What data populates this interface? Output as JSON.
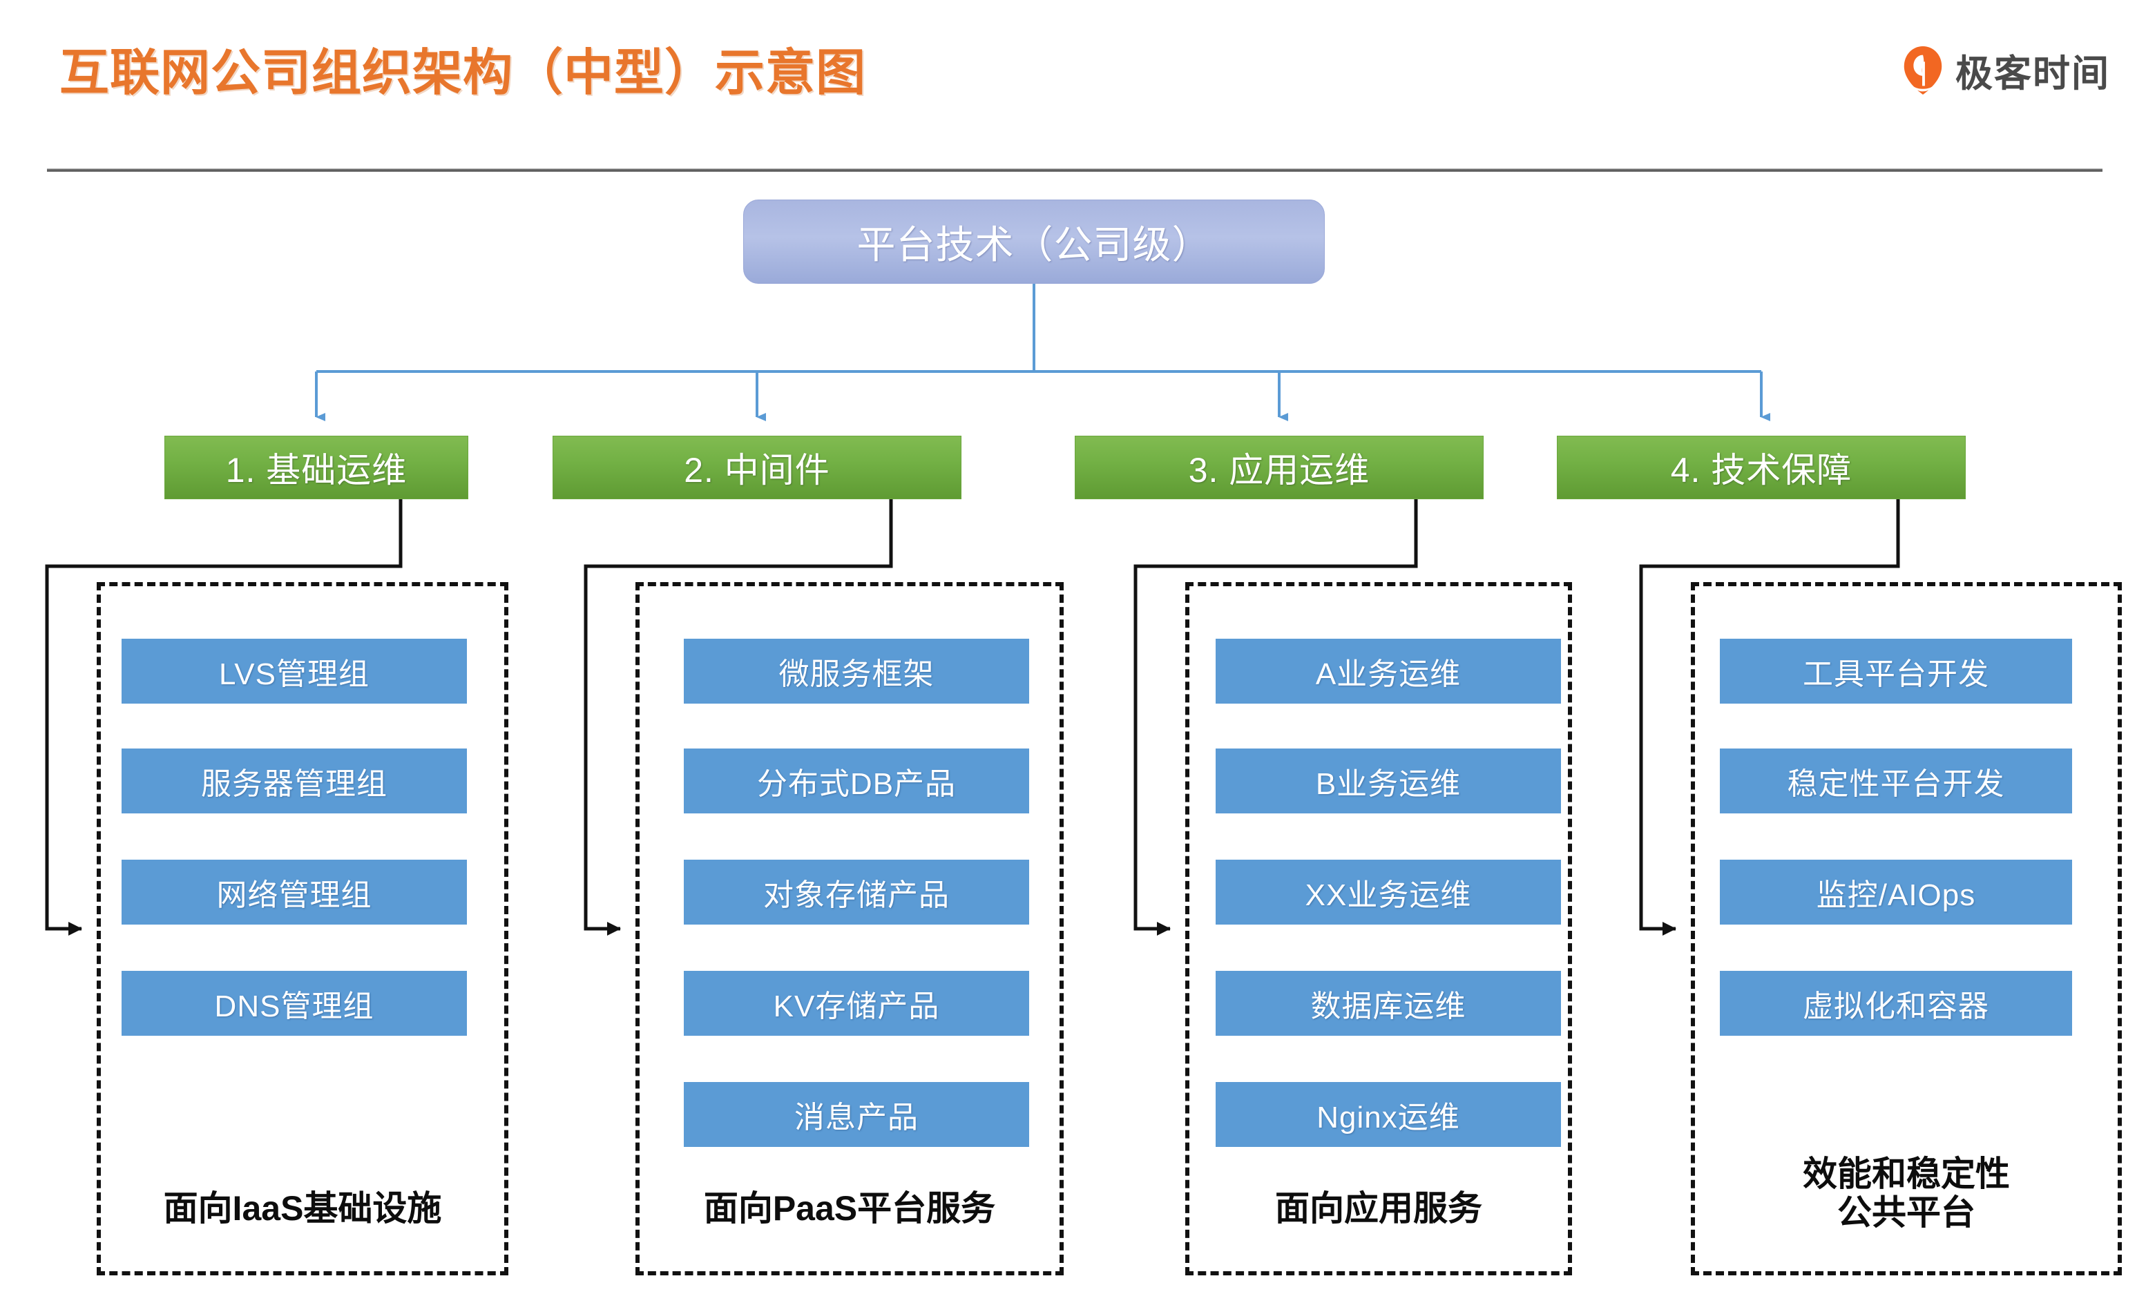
{
  "header": {
    "title": "互联网公司组织架构（中型）示意图",
    "title_color": "#E8762C",
    "logo_text": "极客时间",
    "logo_icon": "geektime-pin-icon",
    "logo_color": "#F26722"
  },
  "root": {
    "label": "平台技术（公司级）",
    "fill": "#aab6e1"
  },
  "colors": {
    "dept_green": "#73b145",
    "item_blue": "#5B9BD5",
    "connector_blue": "#5B9BD5",
    "connector_black": "#111111",
    "dashed_border": "#111111"
  },
  "departments": [
    {
      "label": "1. 基础运维",
      "caption": "面向IaaS基础设施",
      "items": [
        "LVS管理组",
        "服务器管理组",
        "网络管理组",
        "DNS管理组"
      ]
    },
    {
      "label": "2. 中间件",
      "caption": "面向PaaS平台服务",
      "items": [
        "微服务框架",
        "分布式DB产品",
        "对象存储产品",
        "KV存储产品",
        "消息产品"
      ]
    },
    {
      "label": "3. 应用运维",
      "caption": "面向应用服务",
      "items": [
        "A业务运维",
        "B业务运维",
        "XX业务运维",
        "数据库运维",
        "Nginx运维"
      ]
    },
    {
      "label": "4. 技术保障",
      "caption": "效能和稳定性\n公共平台",
      "items": [
        "工具平台开发",
        "稳定性平台开发",
        "监控/AIOps",
        "虚拟化和容器"
      ]
    }
  ]
}
